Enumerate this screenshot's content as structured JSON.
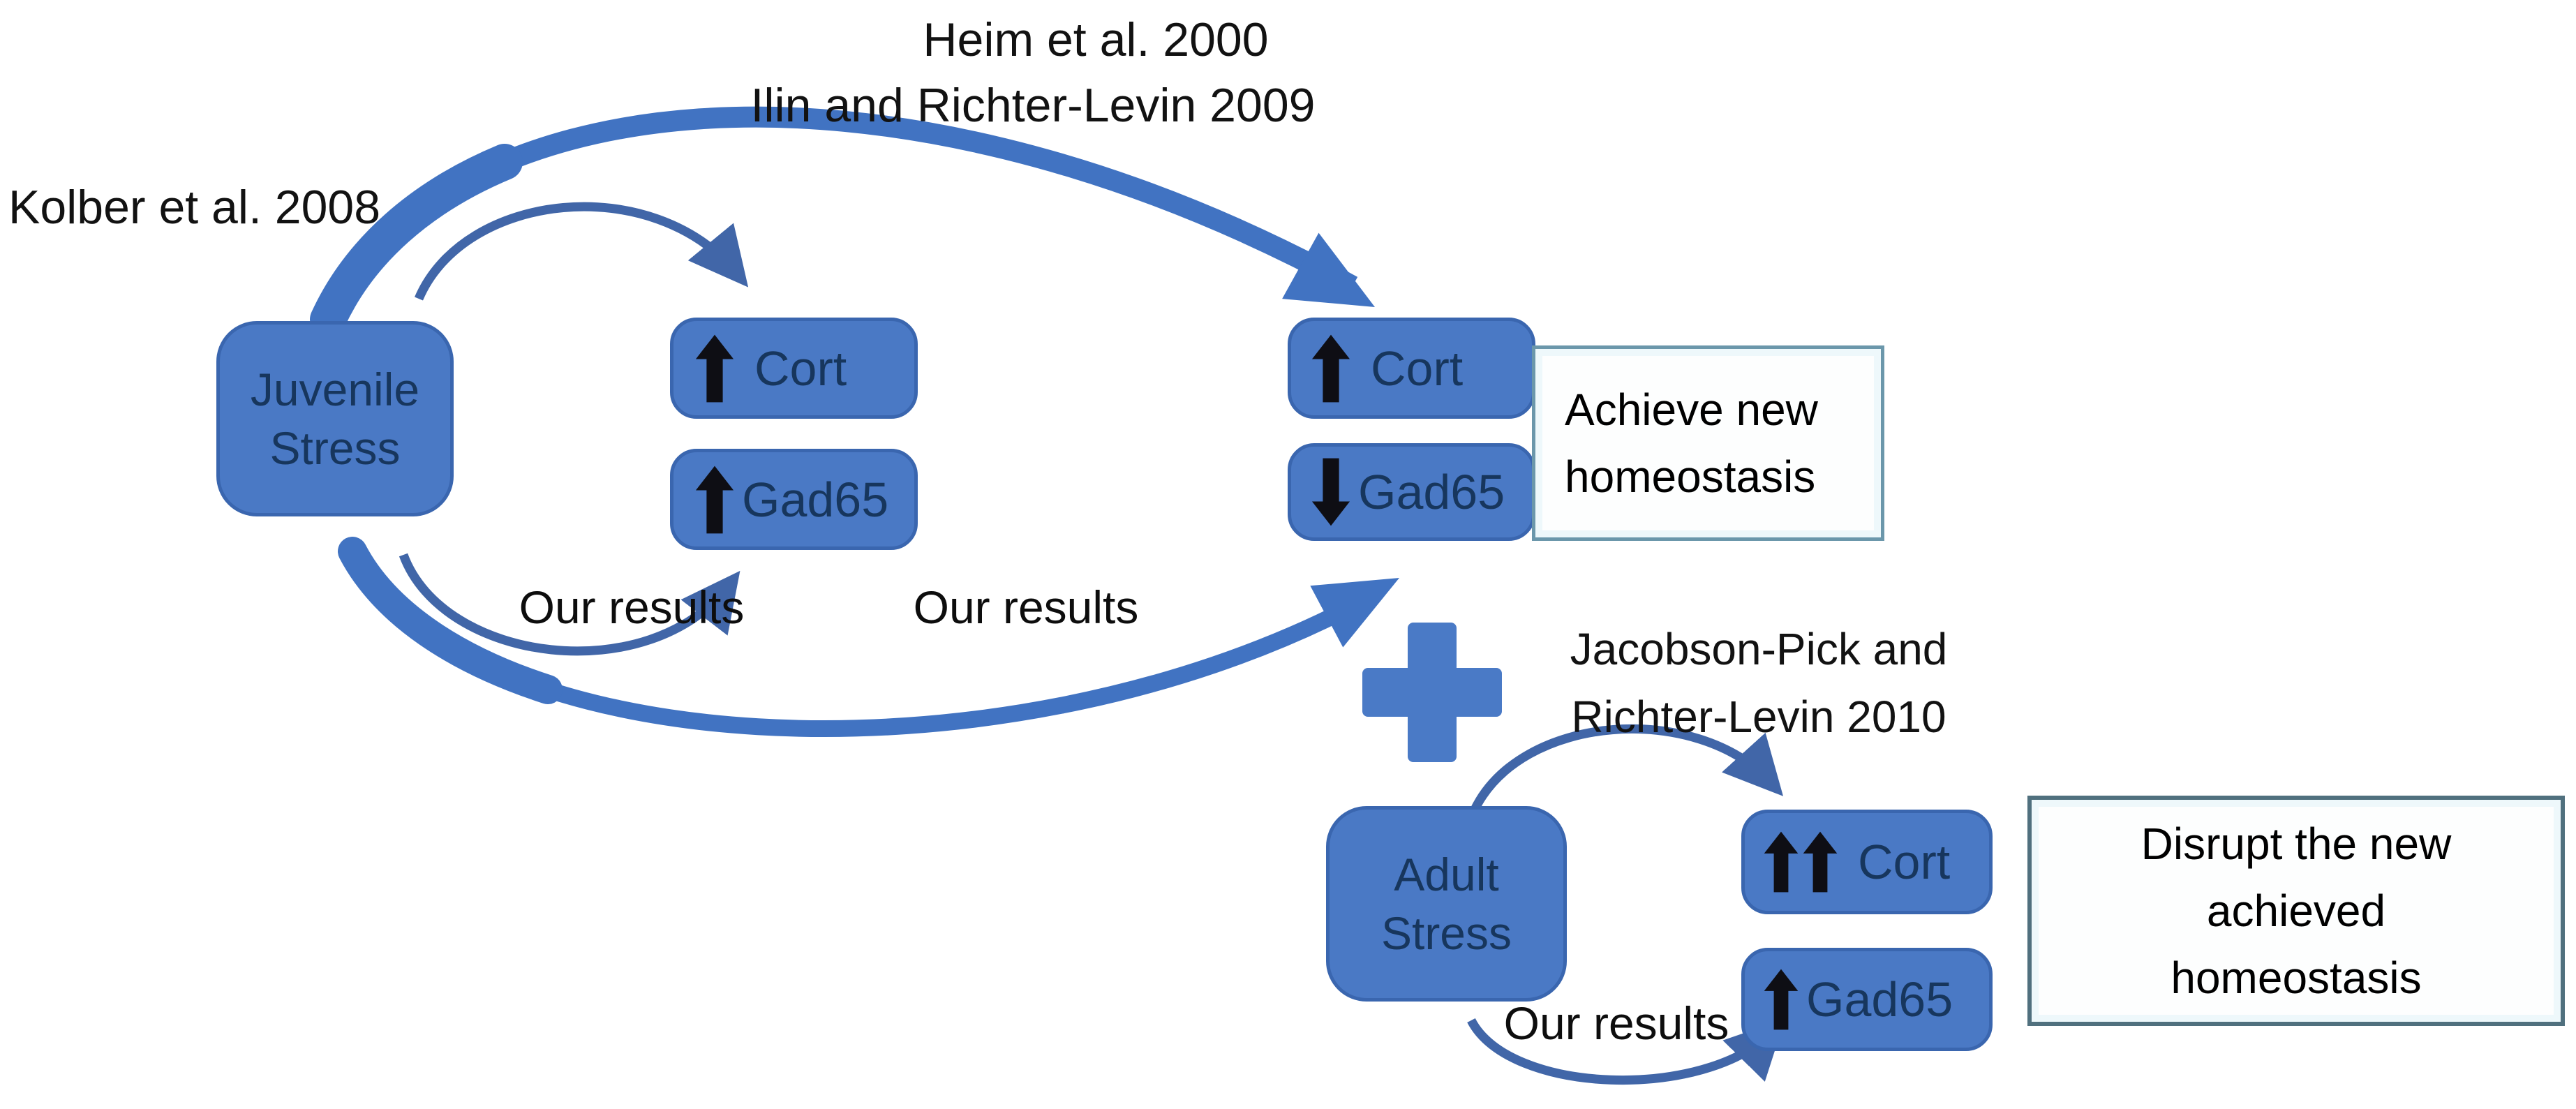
{
  "figure": {
    "description_domain": "stress homeostasis pathway diagram"
  },
  "colors": {
    "node_fill": "#4a79c5",
    "node_border": "#3a66af",
    "node_text": "#17365d",
    "arc_thick": "#4173c2",
    "arc_thin": "#4166a8",
    "black_arrow": "#0e0e14",
    "achieve_border": "#6b97ab",
    "disrupt_border": "#50707e",
    "plus_fill": "#4a7ac6"
  },
  "citations": {
    "heim": "Heim et al. 2000",
    "ilin": "Ilin and Richter-Levin 2009",
    "kolber": "Kolber et al. 2008",
    "jacobson_line1": "Jacobson-Pick and",
    "jacobson_line2": "Richter-Levin 2010"
  },
  "nodes": {
    "juvenile": {
      "line1": "Juvenile",
      "line2": "Stress"
    },
    "adult": {
      "line1": "Adult",
      "line2": "Stress"
    },
    "mid_cort": {
      "label": "Cort",
      "direction": "up",
      "arrow_count": 1
    },
    "mid_gad65": {
      "label": "Gad65",
      "direction": "up",
      "arrow_count": 1
    },
    "right_cort": {
      "label": "Cort",
      "direction": "up",
      "arrow_count": 1
    },
    "right_gad65": {
      "label": "Gad65",
      "direction": "down",
      "arrow_count": 1
    },
    "adult_cort": {
      "label": "Cort",
      "direction": "up",
      "arrow_count": 2
    },
    "adult_gad65": {
      "label": "Gad65",
      "direction": "up",
      "arrow_count": 1
    }
  },
  "callouts": {
    "achieve": {
      "line1": "Achieve new",
      "line2": "homeostasis"
    },
    "disrupt": {
      "line1": "Disrupt the new",
      "line2": "achieved",
      "line3": "homeostasis"
    }
  },
  "labels": {
    "our_results_left": "Our results",
    "our_results_middle": "Our results",
    "our_results_bottom": "Our results"
  },
  "icons": {
    "up_arrow": "up-arrow-icon",
    "down_arrow": "down-arrow-icon",
    "plus": "plus-icon"
  }
}
